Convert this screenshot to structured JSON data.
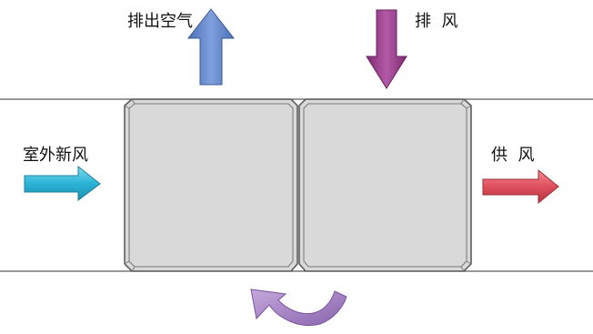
{
  "labels": {
    "exhaust_out": "排出空气",
    "exhaust_in": "排  风",
    "outdoor_fresh": "室外新风",
    "supply": "供  风"
  },
  "colors": {
    "exhaust_out_arrow": "#5b7fc4",
    "exhaust_in_arrow": "#9a3a8c",
    "outdoor_fresh_arrow": "#2ab3d6",
    "supply_arrow": "#e0505e",
    "rotation_arrow": "#a07cc0",
    "panel_fill": "#d9d9d9",
    "panel_stroke": "#555555"
  },
  "icons": {
    "exhaust_out": "arrow-up-icon",
    "exhaust_in": "arrow-down-icon",
    "outdoor_fresh": "arrow-right-icon",
    "supply": "arrow-right-icon",
    "rotation": "rotation-arrow-icon"
  }
}
